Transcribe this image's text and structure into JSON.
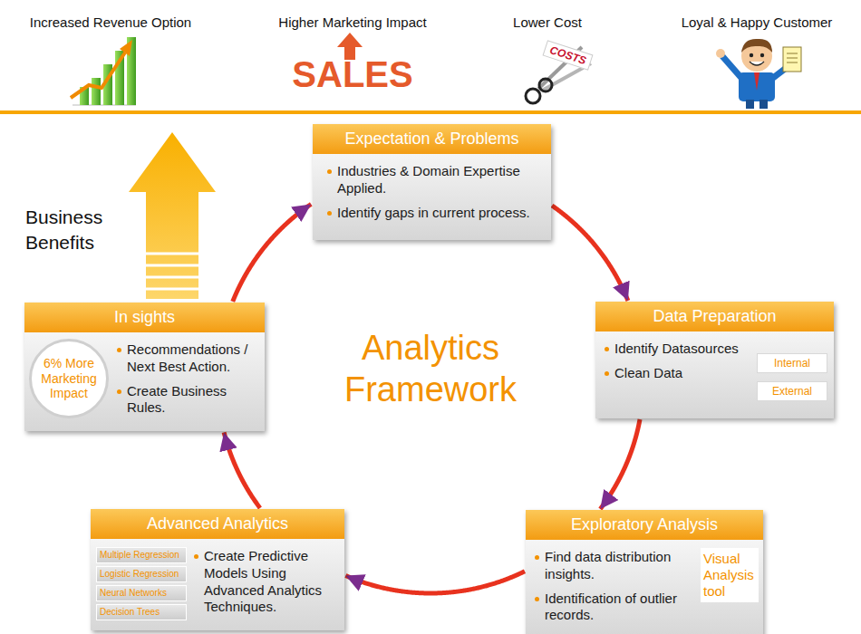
{
  "diagram": {
    "title": "Analytics Framework",
    "nodes": [
      {
        "text": [
          "Expectation & Problems",
          "Industries & Domain Expertise Applied.",
          "Identify gaps in current process."
        ]
      },
      {
        "text": [
          "Data Preparation",
          "Identify Datasources",
          "Clean Data"
        ]
      },
      {
        "text": [
          "Internal"
        ],
        "in": 1
      },
      {
        "text": [
          "External"
        ],
        "in": 1
      },
      {
        "text": [
          "Exploratory Analysis",
          "Find data distribution insights.",
          "Identification of outlier records."
        ]
      },
      {
        "text": [
          "Visual Analysis tool"
        ],
        "in": 4
      },
      {
        "text": [
          "Advanced Analytics",
          "Create Predictive Models Using Advanced Analytics Techniques."
        ]
      },
      {
        "text": [
          "Multiple Regression"
        ],
        "in": 6
      },
      {
        "text": [
          "Logistic Regression"
        ],
        "in": 6
      },
      {
        "text": [
          "Neural Networks"
        ],
        "in": 6
      },
      {
        "text": [
          "Decision Trees"
        ],
        "in": 6
      },
      {
        "text": [
          "In sights",
          "Recommendations / Next Best Action.",
          "Create Business Rules."
        ]
      },
      {
        "text": [
          "6% More Marketing Impact"
        ],
        "in": 11
      }
    ],
    "edges": [
      {
        "from": 0,
        "to": 1,
        "arrow": "to"
      },
      {
        "from": 1,
        "to": 4,
        "arrow": "to"
      },
      {
        "from": 4,
        "to": 6,
        "arrow": "to"
      },
      {
        "from": 6,
        "to": 11,
        "arrow": "to"
      },
      {
        "from": 11,
        "to": 0,
        "arrow": "to"
      }
    ],
    "labels": [
      "Increased Revenue Option",
      "Higher Marketing Impact",
      "Lower Cost",
      "Loyal & Happy Customer",
      "SALES",
      "COSTS",
      "Business Benefits"
    ]
  }
}
